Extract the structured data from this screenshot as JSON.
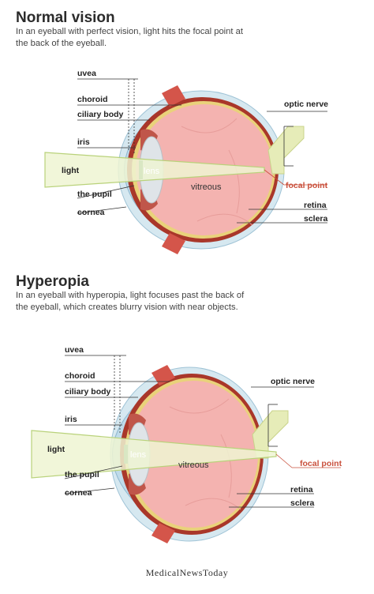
{
  "normal": {
    "title": "Normal vision",
    "description": "In an eyeball with perfect vision, light hits the focal point at the back of the eyeball.",
    "labels": {
      "uvea": "uvea",
      "choroid": "choroid",
      "ciliary_body": "ciliary body",
      "iris": "iris",
      "light": "light",
      "the_pupil": "the pupil",
      "cornea": "cornea",
      "lens": "lens",
      "vitreous": "vitreous",
      "optic_nerve": "optic nerve",
      "focal_point": "focal point",
      "retina": "retina",
      "sclera": "sclera"
    }
  },
  "hyperopia": {
    "title": "Hyperopia",
    "description": "In an eyeball with hyperopia, light focuses past the back of the eyeball, which creates blurry vision with near objects.",
    "labels": {
      "uvea": "uvea",
      "choroid": "choroid",
      "ciliary_body": "ciliary body",
      "iris": "iris",
      "light": "light",
      "the_pupil": "the pupil",
      "cornea": "cornea",
      "lens": "lens",
      "vitreous": "vitreous",
      "optic_nerve": "optic nerve",
      "focal_point": "focal point",
      "retina": "retina",
      "sclera": "sclera"
    }
  },
  "footer": {
    "brand": "MedicalNewsToday"
  },
  "colors": {
    "sclera": "#d6e8f0",
    "vitreous": "#f4b3b0",
    "choroid": "#a9372a",
    "retina": "#e9d27a",
    "light_beam": "#eef5d2",
    "light_beam_edge": "#b9d27a",
    "cornea": "#bfdbea",
    "lens": "#dfe4e8",
    "optic_nerve": "#e6ecb8",
    "focal_point_text": "#c9503c"
  }
}
